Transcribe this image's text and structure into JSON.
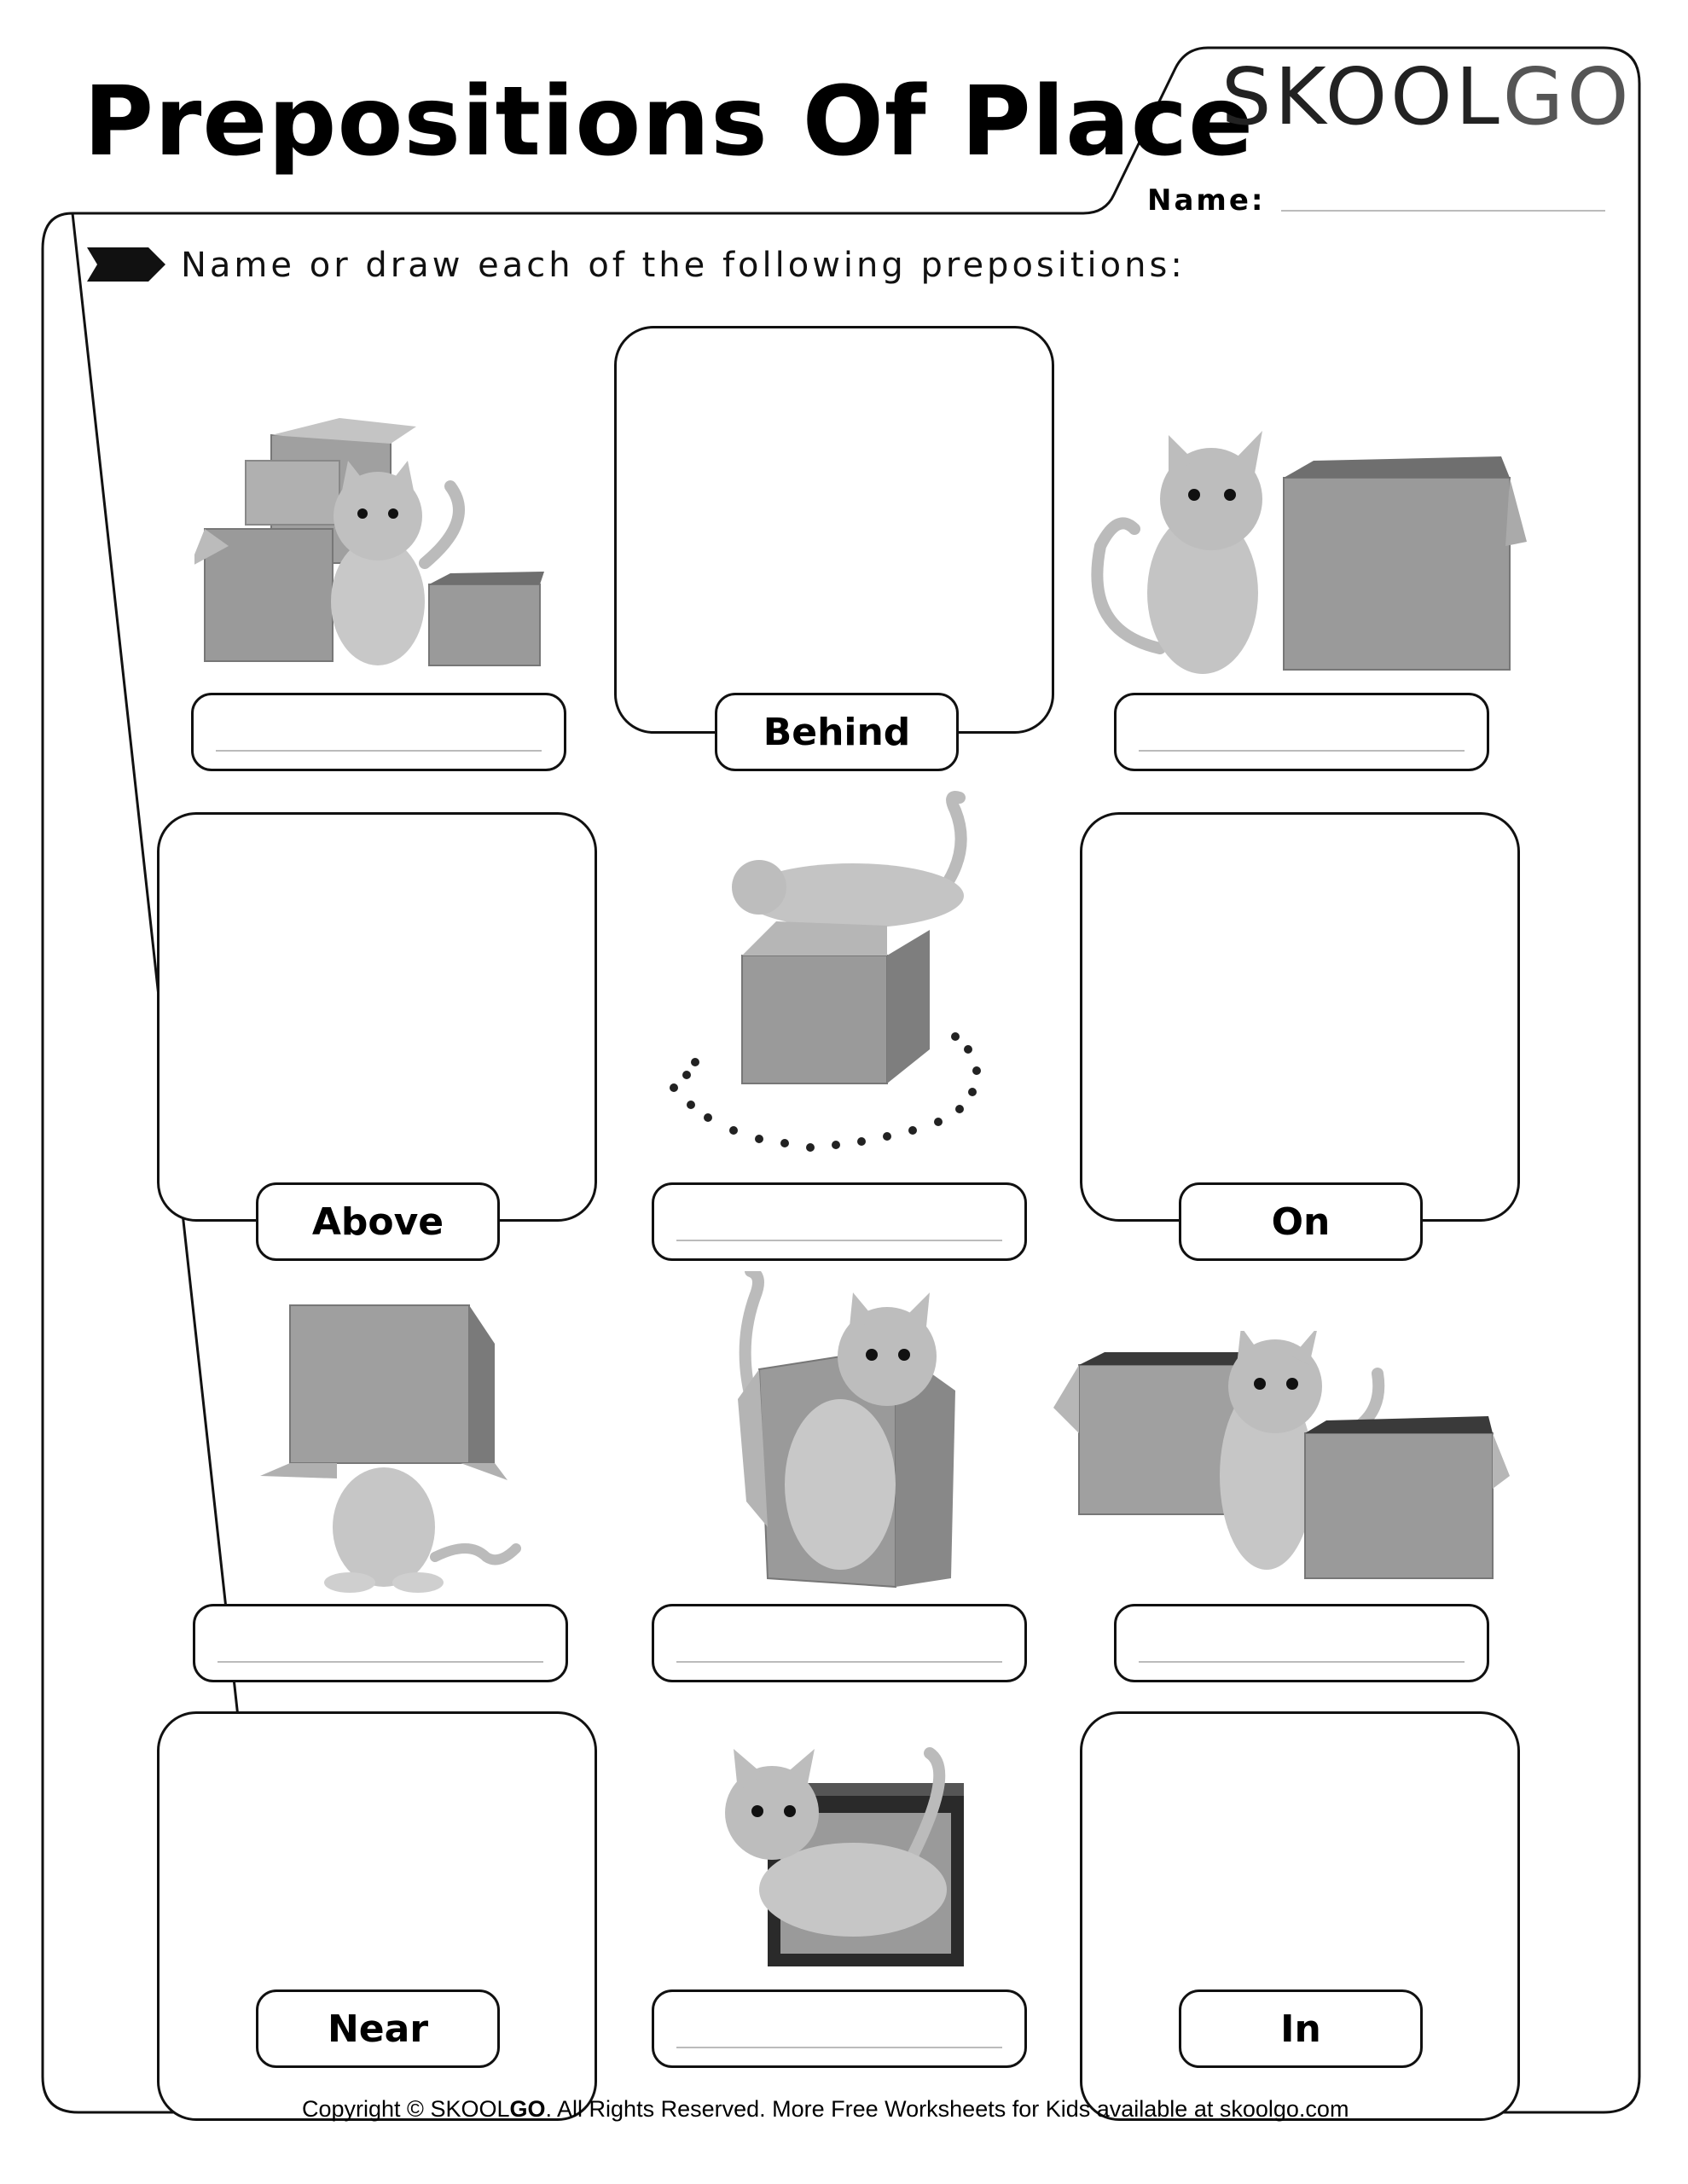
{
  "header": {
    "title": "Prepositions Of Place",
    "brand_main": "SKOOL",
    "brand_go": "GO",
    "name_label": "Name:"
  },
  "instruction": "Name or draw each of the following prepositions:",
  "cells": [
    {
      "label": ""
    },
    {
      "label": "Behind"
    },
    {
      "label": ""
    },
    {
      "label": "Above"
    },
    {
      "label": ""
    },
    {
      "label": "On"
    },
    {
      "label": ""
    },
    {
      "label": ""
    },
    {
      "label": ""
    },
    {
      "label": "Near"
    },
    {
      "label": ""
    },
    {
      "label": "In"
    }
  ],
  "footer": {
    "prefix": "Copyright © SKOOL",
    "brand_go": "GO",
    "middle": ". All Rights Reserved. More Free Worksheets for Kids available at ",
    "link": "skoolgo.com"
  },
  "colors": {
    "ink": "#111111",
    "box_gray": "#9a9a9a",
    "box_dark": "#6f6f6f",
    "cat_gray": "#b8b8b8"
  }
}
